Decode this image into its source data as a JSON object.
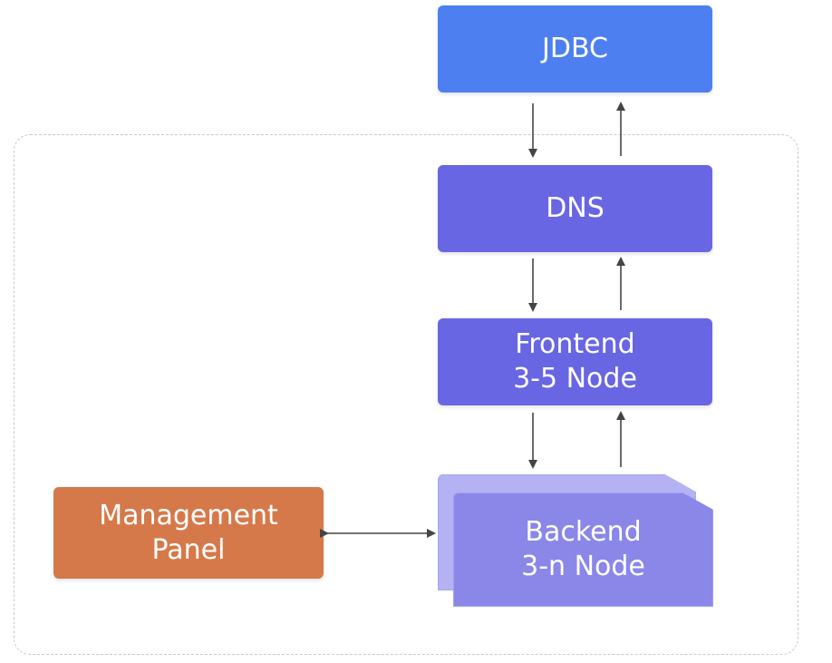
{
  "nodes": {
    "jdbc": {
      "label": "JDBC"
    },
    "dns": {
      "label": "DNS"
    },
    "frontend": {
      "line1": "Frontend",
      "line2": "3-5 Node"
    },
    "backend": {
      "line1": "Backend",
      "line2": "3-n Node"
    },
    "management": {
      "line1": "Management",
      "line2": "Panel"
    }
  },
  "colors": {
    "jdbc": "#4d7ff0",
    "dns": "#6866e3",
    "frontend": "#6866e3",
    "backend": "#8a87e8",
    "management": "#d6794a",
    "arrow": "#444444",
    "cluster_border": "#c8c8c8"
  }
}
